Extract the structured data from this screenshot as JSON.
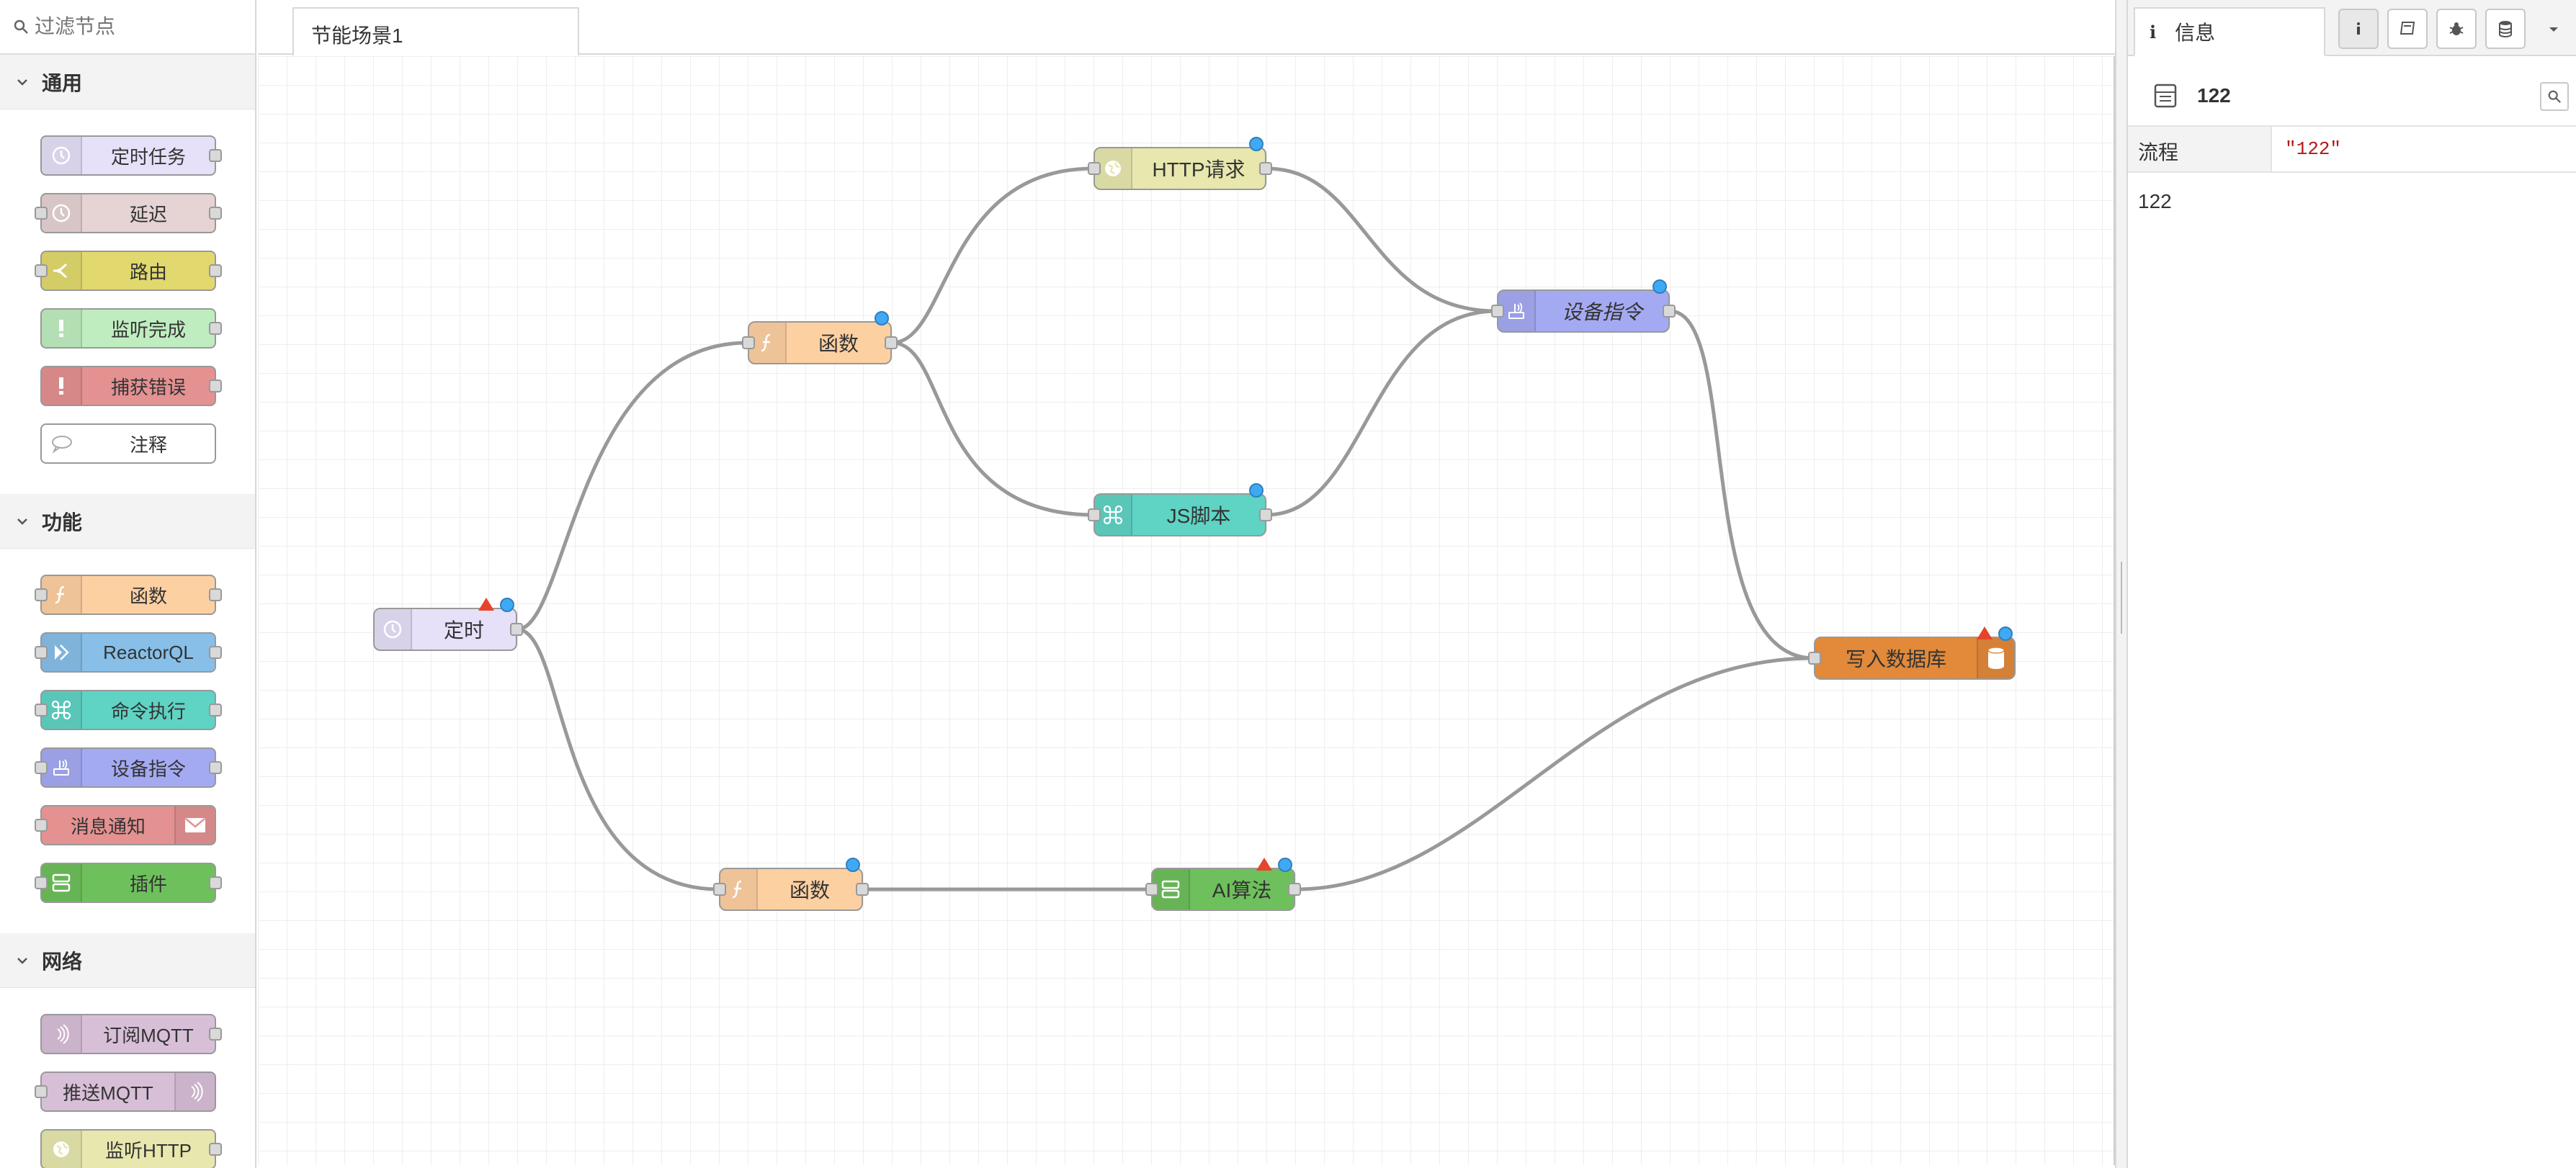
{
  "palette": {
    "search_placeholder": "过滤节点",
    "categories": [
      {
        "name": "通用",
        "nodes": [
          {
            "label": "定时任务",
            "color": "#e6e0f8",
            "icon": "clock-icon"
          },
          {
            "label": "延迟",
            "color": "#e6d3d3",
            "icon": "clock-icon"
          },
          {
            "label": "路由",
            "color": "#e2d96e",
            "icon": "switch-icon"
          },
          {
            "label": "监听完成",
            "color": "#c0edc0",
            "icon": "exclamation-icon"
          },
          {
            "label": "捕获错误",
            "color": "#e49191",
            "icon": "exclamation-icon"
          },
          {
            "label": "注释",
            "color": "#ffffff",
            "icon": "comment-icon"
          }
        ]
      },
      {
        "name": "功能",
        "nodes": [
          {
            "label": "函数",
            "color": "#fdd0a2",
            "icon": "function-icon"
          },
          {
            "label": "ReactorQL",
            "color": "#87bfe8",
            "icon": "reactor-icon"
          },
          {
            "label": "命令执行",
            "color": "#5fd3c4",
            "icon": "command-icon"
          },
          {
            "label": "设备指令",
            "color": "#a4aaf2",
            "icon": "device-icon"
          },
          {
            "label": "消息通知",
            "color": "#e49191",
            "icon": "envelope-icon"
          },
          {
            "label": "插件",
            "color": "#6ec05c",
            "icon": "plugin-icon"
          }
        ]
      },
      {
        "name": "网络",
        "nodes": [
          {
            "label": "订阅MQTT",
            "color": "#d8bfd8",
            "icon": "mqtt-icon"
          },
          {
            "label": "推送MQTT",
            "color": "#d8bfd8",
            "icon": "mqtt-icon"
          },
          {
            "label": "监听HTTP",
            "color": "#e7e7ae",
            "icon": "http-icon"
          }
        ]
      }
    ]
  },
  "workspace": {
    "tab_label": "节能场景1",
    "nodes": [
      {
        "label": "定时",
        "color": "#e6e0f8",
        "icon": "clock-icon"
      },
      {
        "label": "函数",
        "color": "#fdd0a2",
        "icon": "function-icon"
      },
      {
        "label": "HTTP请求",
        "color": "#e7e7ae",
        "icon": "http-icon"
      },
      {
        "label": "JS脚本",
        "color": "#5fd3c4",
        "icon": "command-icon"
      },
      {
        "label": "设备指令",
        "color": "#a4aaf2",
        "icon": "device-icon"
      },
      {
        "label": "写入数据库",
        "color": "#e2893a",
        "icon": "database-icon"
      },
      {
        "label": "函数",
        "color": "#fdd0a2",
        "icon": "function-icon"
      },
      {
        "label": "AI算法",
        "color": "#6ec05c",
        "icon": "plugin-icon"
      }
    ]
  },
  "sidebar": {
    "tab_label": "信息",
    "tab_icon": "i",
    "header_title": "122",
    "prop_key": "流程",
    "prop_value": "\"122\"",
    "description": "122"
  },
  "colors": {
    "status_dot": "#3fa9f5",
    "warning": "#e5452b",
    "wire": "#999999"
  }
}
